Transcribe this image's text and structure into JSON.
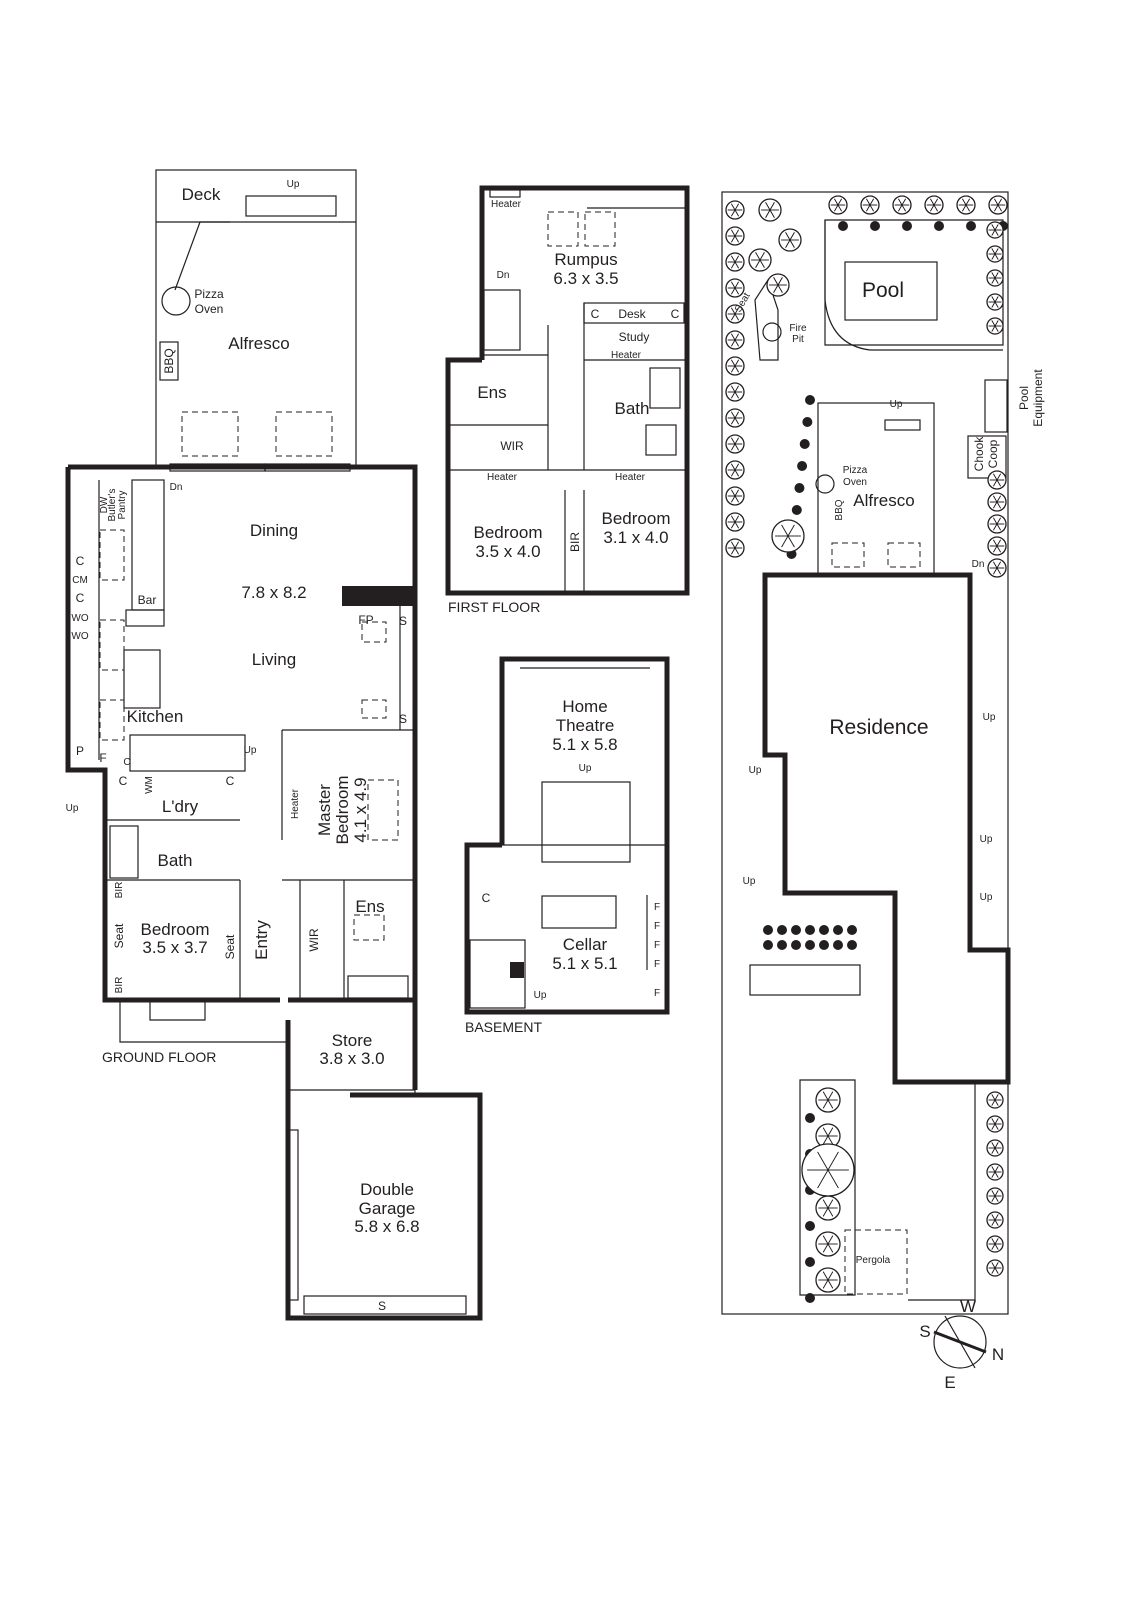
{
  "ground_floor": {
    "title": "GROUND FLOOR",
    "deck": "Deck",
    "alfresco": "Alfresco",
    "pizza": "Pizza",
    "oven": "Oven",
    "bbq": "BBQ",
    "up": "Up",
    "dn": "Dn",
    "dining": "Dining",
    "dining_dims": "7.8 x 8.2",
    "living": "Living",
    "kitchen": "Kitchen",
    "butlers": "Butler's",
    "pantry": "Pantry",
    "dw": "DW",
    "bar": "Bar",
    "c": "C",
    "cm": "CM",
    "wo": "WO",
    "p": "P",
    "f": "F",
    "fp": "FP",
    "s": "S",
    "laundry": "L'dry",
    "wm": "WM",
    "bath": "Bath",
    "bir": "BIR",
    "bedroom": "Bedroom",
    "bedroom_dims": "3.5 x 3.7",
    "seat": "Seat",
    "entry": "Entry",
    "wir": "WIR",
    "ens": "Ens",
    "master": "Master",
    "master_bedroom": "Bedroom",
    "master_dims": "4.1 x 4.9",
    "heater": "Heater",
    "store": "Store",
    "store_dims": "3.8 x 3.0",
    "garage_1": "Double",
    "garage_2": "Garage",
    "garage_dims": "5.8 x 6.8"
  },
  "first_floor": {
    "title": "FIRST FLOOR",
    "heater": "Heater",
    "rumpus": "Rumpus",
    "rumpus_dims": "6.3 x 3.5",
    "dn": "Dn",
    "c": "C",
    "desk": "Desk",
    "study": "Study",
    "ens": "Ens",
    "bath": "Bath",
    "wir": "WIR",
    "bedroom": "Bedroom",
    "bedroom1_dims": "3.5 x 4.0",
    "bir": "BIR",
    "bedroom2_dims": "3.1 x 4.0"
  },
  "basement": {
    "title": "BASEMENT",
    "home": "Home",
    "theatre": "Theatre",
    "theatre_dims": "5.1 x 5.8",
    "up": "Up",
    "c": "C",
    "cellar": "Cellar",
    "cellar_dims": "5.1 x 5.1",
    "f": "F"
  },
  "site": {
    "pool": "Pool",
    "seat": "Seat",
    "fire": "Fire",
    "pit": "Pit",
    "pool_eq_1": "Pool",
    "pool_eq_2": "Equipment",
    "chook": "Chook",
    "coop": "Coop",
    "up": "Up",
    "dn": "Dn",
    "pizza": "Pizza",
    "oven": "Oven",
    "alfresco": "Alfresco",
    "bbq": "BBQ",
    "residence": "Residence",
    "pergola": "Pergola"
  },
  "compass": {
    "w": "W",
    "s": "S",
    "n": "N",
    "e": "E"
  }
}
